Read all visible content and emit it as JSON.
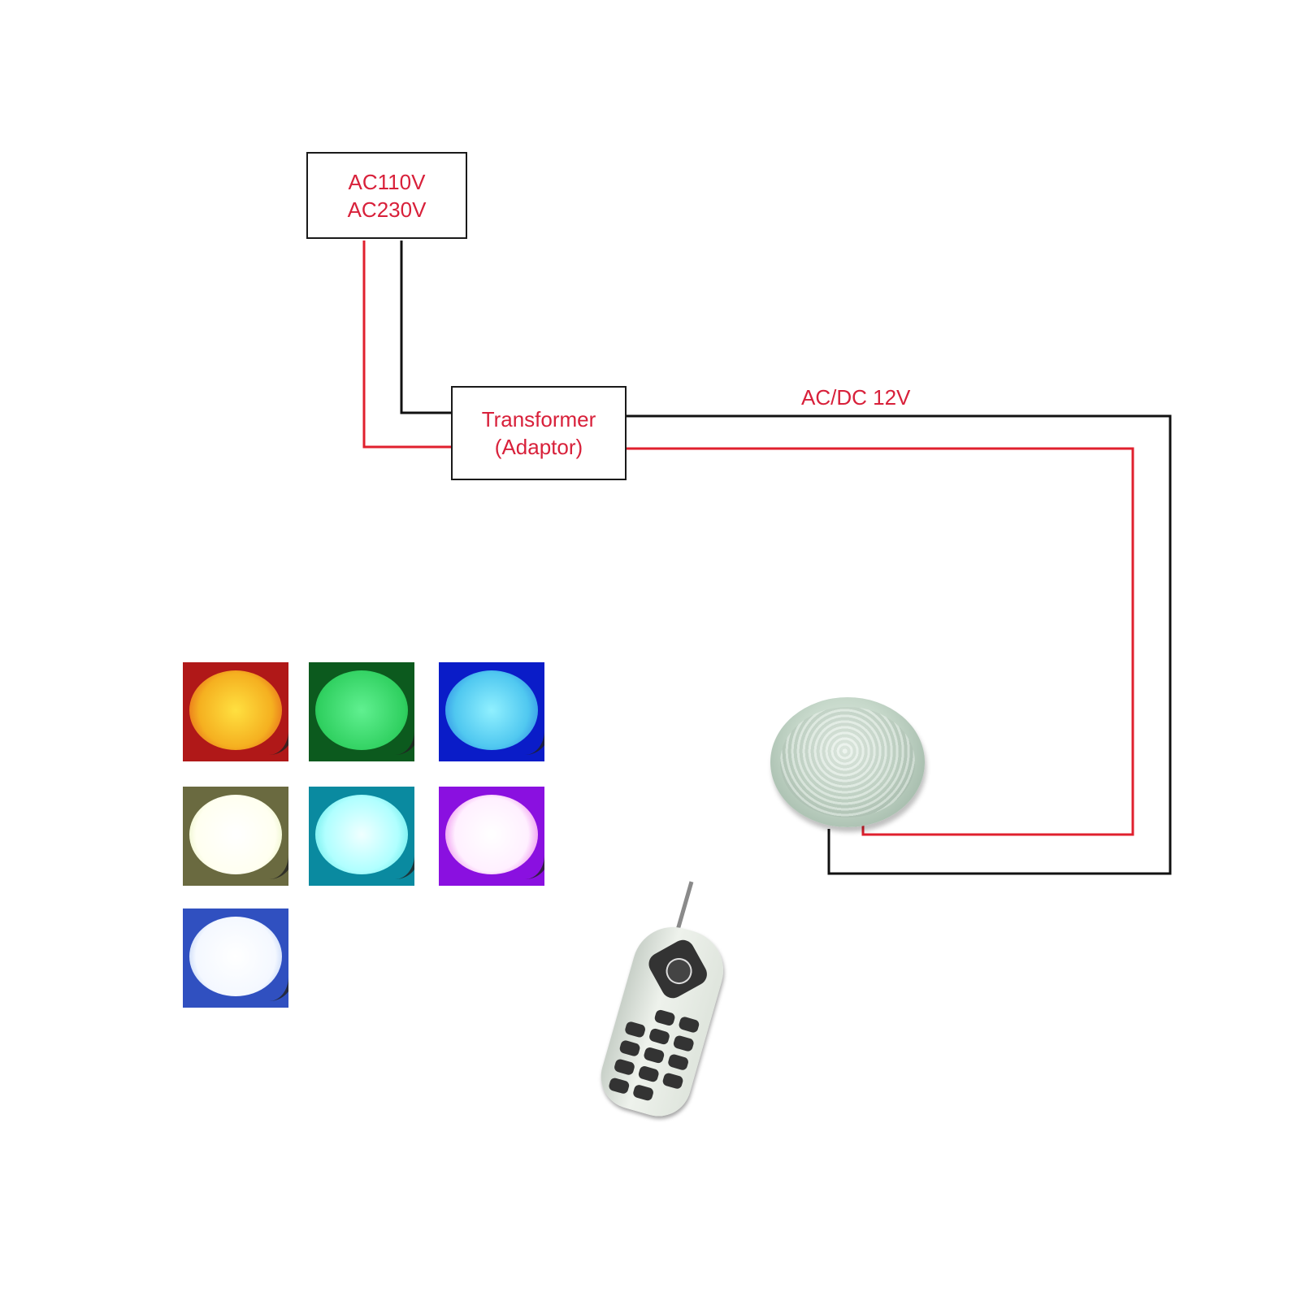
{
  "diagram": {
    "title": "RGB LED pool light wiring diagram",
    "power_source": {
      "line1": "AC110V",
      "line2": "AC230V"
    },
    "transformer": {
      "line1": "Transformer",
      "line2": "(Adaptor)"
    },
    "output_label": "AC/DC 12V",
    "wire_colors": {
      "live": "#e0202e",
      "neutral": "#111111"
    },
    "text_color": "#d8203a",
    "lamp": {
      "name": "LED pool light",
      "color": "#b9cfc0"
    },
    "remote": {
      "name": "RF remote control"
    },
    "color_swatches": [
      {
        "name": "red-yellow",
        "bg": "#b01818",
        "glow": "#f5c020"
      },
      {
        "name": "green",
        "bg": "#0c5a1e",
        "glow": "#3fe070"
      },
      {
        "name": "blue",
        "bg": "#0a1cc8",
        "glow": "#5ad0f0"
      },
      {
        "name": "warm-white",
        "bg": "#6a6a40",
        "glow": "#fffff0"
      },
      {
        "name": "cyan",
        "bg": "#0a8aa0",
        "glow": "#c8ffff"
      },
      {
        "name": "magenta",
        "bg": "#8a10e0",
        "glow": "#ffffff"
      },
      {
        "name": "cool-white",
        "bg": "#3050c0",
        "glow": "#f4f8ff"
      }
    ]
  }
}
